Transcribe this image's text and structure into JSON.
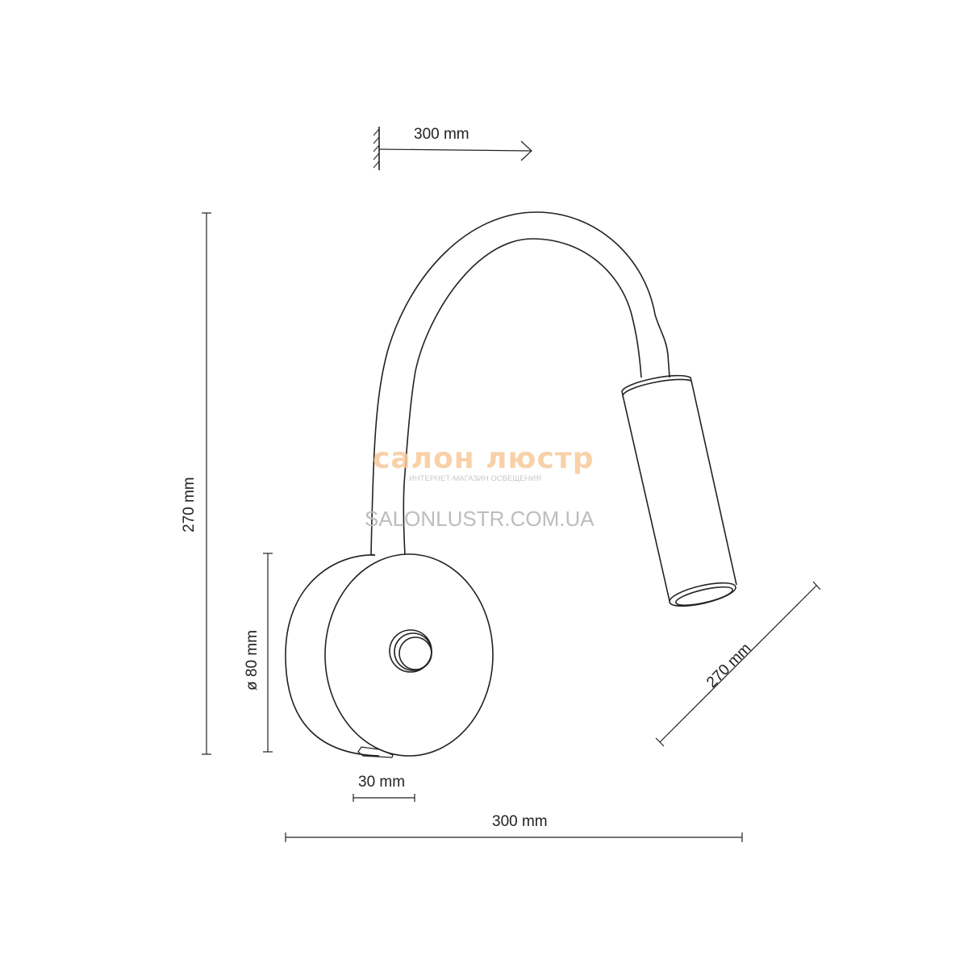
{
  "dimensions": {
    "wall_projection": "300 mm",
    "total_height": "270 mm",
    "base_diameter": "ø 80 mm",
    "base_depth": "30 mm",
    "total_width": "300 mm",
    "arm_length": "270 mm"
  },
  "watermark": {
    "brand": "салон люстр",
    "tagline": "ИНТЕРНЕТ-МАГАЗИН ОСВЕЩЕНИЯ",
    "site": "SALONLUSTR.COM.UA"
  }
}
